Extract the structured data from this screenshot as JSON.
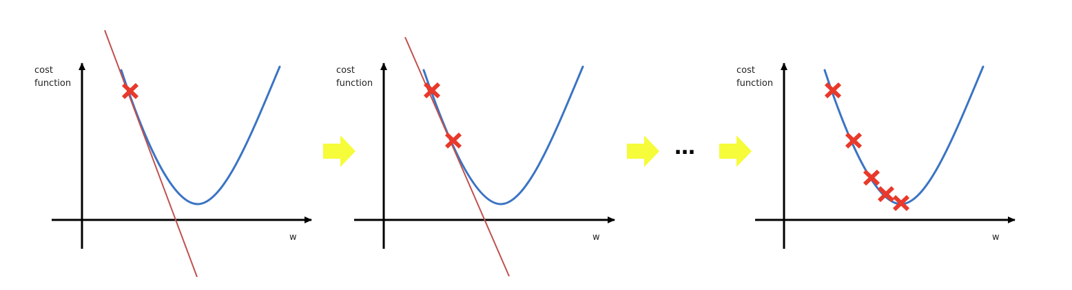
{
  "labels": {
    "y_axis_line1": "cost",
    "y_axis_line2": "function",
    "x_axis": "w",
    "ellipsis": "…"
  },
  "colors": {
    "curve": "#3a74c4",
    "tangent": "#c0504d",
    "marker": "#e8392b",
    "axis": "#000000",
    "arrow": "#f6fb3a"
  },
  "panels": [
    {
      "name": "panel-step-1",
      "marker_count": 1,
      "has_tangent": true
    },
    {
      "name": "panel-step-2",
      "marker_count": 2,
      "has_tangent": true
    },
    {
      "name": "panel-final",
      "marker_count": 5,
      "has_tangent": false
    }
  ]
}
